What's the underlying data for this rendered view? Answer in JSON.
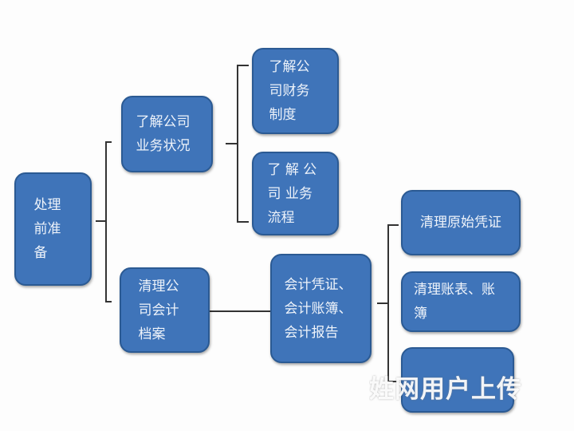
{
  "nodes": {
    "root": "处理前准备",
    "business": "了解公司业务状况",
    "archive": "清理公司会计档案",
    "finance_system": "了解公司财务制度",
    "business_process": "了 解 公 司 业务流程",
    "records": "会计凭证、会计账簿、会计报告",
    "original_vouchers": "清理原始凭证",
    "ledgers": "清理账表、账簿",
    "third": ""
  },
  "watermark": "姓网用户上传",
  "colors": {
    "box": "#3f74b9",
    "border": "#2b5a93",
    "line": "#333333"
  }
}
